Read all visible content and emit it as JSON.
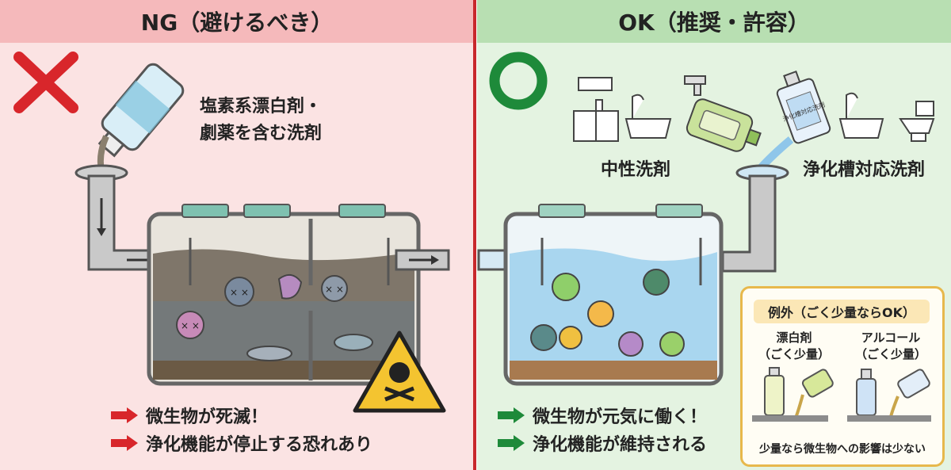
{
  "ng": {
    "title": "NG（避けるべき）",
    "mark_icon": "cross-mark",
    "chemical_label_line1": "塩素系漂白剤・",
    "chemical_label_line2": "劇薬を含む洗剤",
    "results": [
      "微生物が死滅！",
      "浄化機能が停止する恐れあり"
    ],
    "accent": "#d8262b"
  },
  "ok": {
    "title": "OK（推奨・許容）",
    "mark_icon": "circle-mark",
    "neutral_label": "中性洗剤",
    "septic_label": "浄化槽対応洗剤",
    "bottle_tag": "浄化槽対応洗剤",
    "results": [
      "微生物が元気に働く！",
      "浄化機能が維持される"
    ],
    "accent": "#1e8a3a",
    "exception": {
      "title": "例外（ごく少量ならOK）",
      "bleach_line1": "漂白剤",
      "bleach_line2": "（ごく少量）",
      "alcohol_line1": "アルコール",
      "alcohol_line2": "（ごく少量）",
      "note": "少量なら微生物への影響は少ない"
    }
  }
}
